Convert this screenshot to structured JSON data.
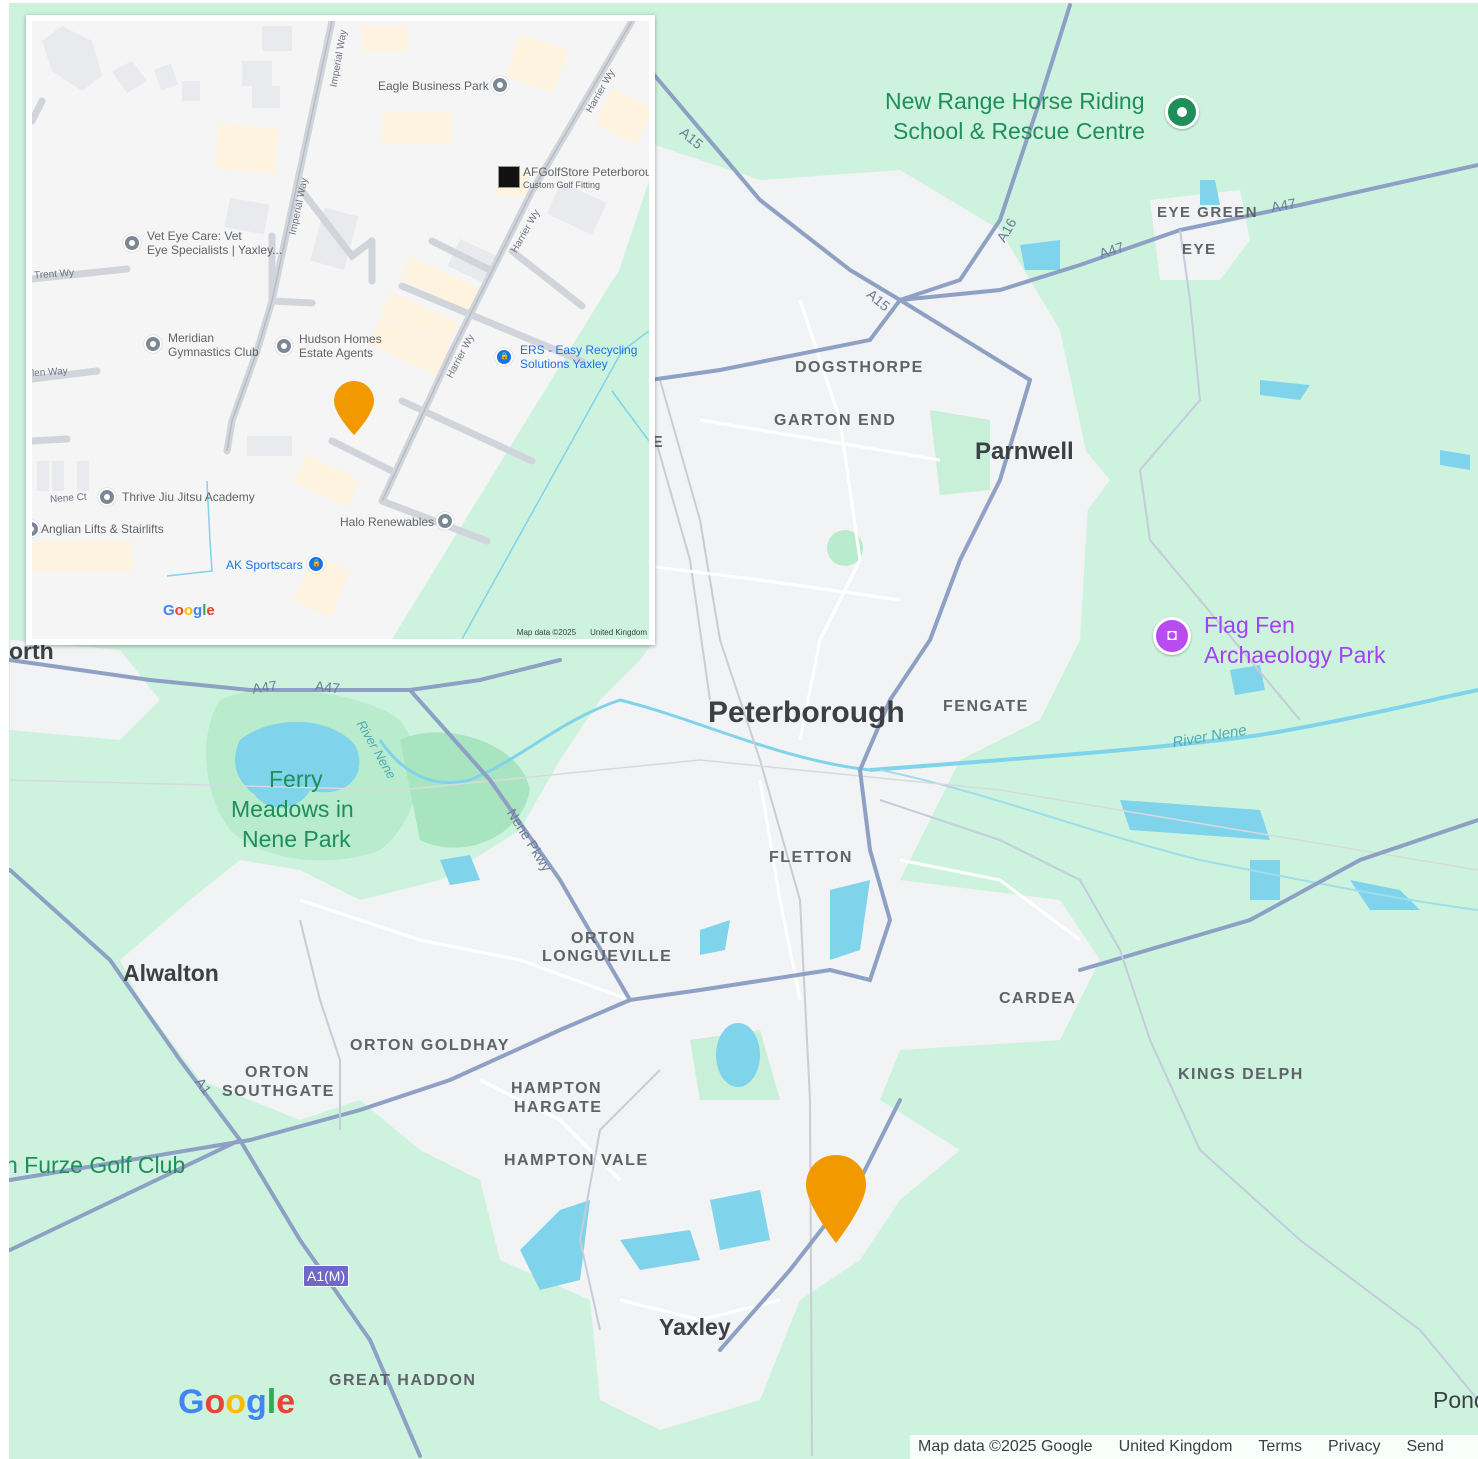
{
  "main_map": {
    "places": {
      "peterborough": "Peterborough",
      "parnwell": "Parnwell",
      "yaxley": "Yaxley",
      "alwalton": "Alwalton",
      "orth": "orth",
      "pond": "Ponc"
    },
    "districts": {
      "dogsthorpe": "DOGSTHORPE",
      "garton_end": "GARTON END",
      "fengate": "FENGATE",
      "fletton": "FLETTON",
      "orton_longueville_1": "ORTON",
      "orton_longueville_2": "LONGUEVILLE",
      "cardea": "CARDEA",
      "kings_delph": "KINGS DELPH",
      "orton_goldhay": "ORTON GOLDHAY",
      "orton_southgate_1": "ORTON",
      "orton_southgate_2": "SOUTHGATE",
      "hampton_hargate_1": "HAMPTON",
      "hampton_hargate_2": "HARGATE",
      "hampton_vale": "HAMPTON VALE",
      "great_haddon": "GREAT HADDON",
      "eye_green": "EYE GREEN",
      "eye": "EYE",
      "e_cut": "E"
    },
    "pois": {
      "horse_riding_1": "New Range Horse Riding",
      "horse_riding_2": "School & Rescue Centre",
      "flag_fen_1": "Flag Fen",
      "flag_fen_2": "Archaeology Park",
      "ferry_1": "Ferry",
      "ferry_2": "Meadows in",
      "ferry_3": "Nene Park",
      "golf": "n Furze Golf Club"
    },
    "water": {
      "river_nene_east": "River Nene",
      "river_nene_west": "River Nene"
    },
    "roads": {
      "a15_north": "A15",
      "a15_mid": "A15",
      "a16": "A16",
      "a47_east": "A47",
      "a47_east2": "A47",
      "a47_west": "A47",
      "a47_west2": "A47",
      "nene_pkwy": "Nene Pkwy",
      "a1": "A1",
      "a1m": "A1(M)"
    },
    "logo": "Google",
    "footer": {
      "map_data": "Map data ©2025 Google",
      "region": "United Kingdom",
      "terms": "Terms",
      "privacy": "Privacy",
      "send": "Send"
    },
    "marker_color": "#f29900"
  },
  "inset_map": {
    "pois": {
      "eagle": "Eagle Business Park",
      "afgolf": "AFGolfStore Peterborough",
      "afgolf_sub": "Custom Golf Fitting",
      "vet_1": "Vet Eye Care: Vet",
      "vet_2": "Eye Specialists | Yaxley...",
      "meridian_1": "Meridian",
      "meridian_2": "Gymnastics Club",
      "hudson_1": "Hudson Homes",
      "hudson_2": "Estate Agents",
      "ers_1": "ERS - Easy Recycling",
      "ers_2": "Solutions Yaxley",
      "thrive": "Thrive Jiu Jitsu Academy",
      "anglian": "Anglian Lifts & Stairlifts",
      "halo": "Halo Renewables",
      "ak": "AK Sportscars"
    },
    "streets": {
      "imperial_1": "Imperial Way",
      "imperial_2": "Imperial Way",
      "harrier_1": "Harrier Wy",
      "harrier_2": "Harrier Wy",
      "harrier_3": "Harrier Wy",
      "trent": "Trent Wy",
      "glen": "len Way",
      "nene_ct": "Nene Ct"
    },
    "logo": "Google",
    "footer": {
      "map_data": "Map data ©2025",
      "region": "United Kingdom"
    }
  }
}
